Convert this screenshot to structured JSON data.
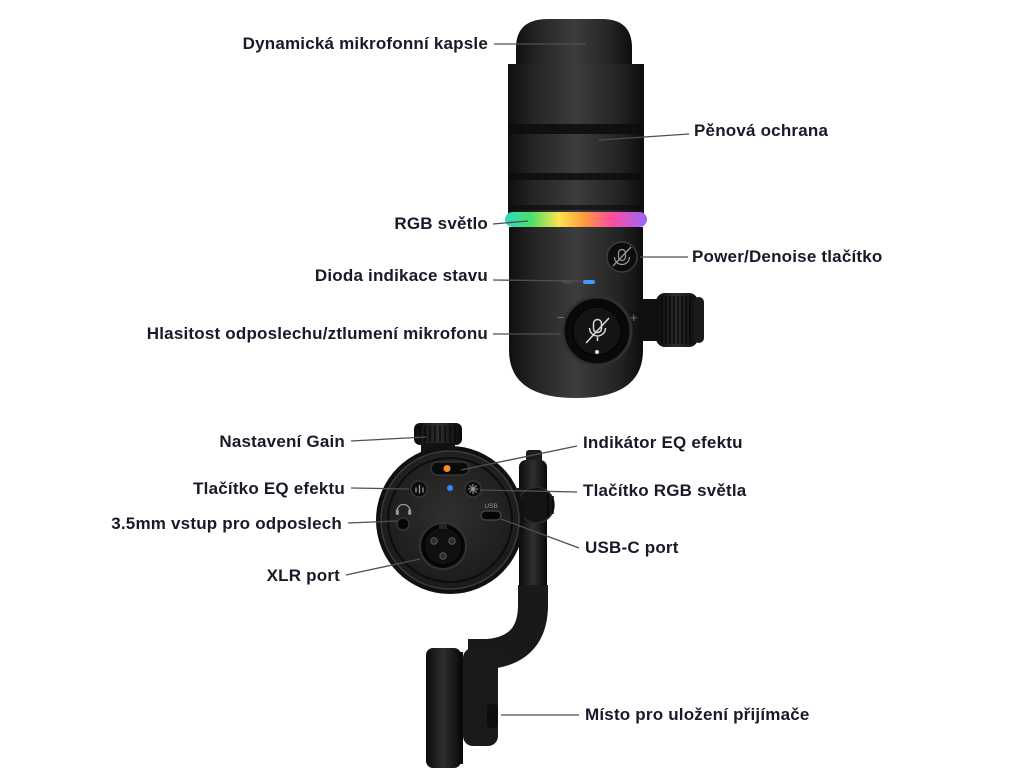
{
  "diagram": {
    "labels": {
      "capsule": "Dynamická mikrofonní kapsle",
      "foam": "Pěnová ochrana",
      "rgb_light": "RGB světlo",
      "power_denoise": "Power/Denoise tlačítko",
      "status_led": "Dioda indikace stavu",
      "monitor_volume": "Hlasitost odposlechu/ztlumení mikrofonu",
      "gain": "Nastavení Gain",
      "eq_indicator": "Indikátor EQ efektu",
      "eq_button": "Tlačítko EQ efektu",
      "rgb_button": "Tlačítko RGB světla",
      "aux_input": "3.5mm vstup pro odposlech",
      "usb_c": "USB-C port",
      "xlr": "XLR port",
      "receiver_slot": "Místo pro uložení přijímače"
    },
    "micro": {
      "usb": "USB",
      "plus": "+",
      "minus": "−"
    },
    "colors": {
      "label_text": "#191927",
      "leader_line": "#4f4f4f",
      "body_dark": "#1a1a1a",
      "status_led_blue": "#3f9bff",
      "eq_led_blue": "#2f86ff",
      "slider_orange": "#ff8a2a",
      "rgb_gradient": [
        "#2fd8c3",
        "#49e06c",
        "#ffe14d",
        "#ff9a3d",
        "#ff4d9e",
        "#9a66ff"
      ]
    }
  }
}
